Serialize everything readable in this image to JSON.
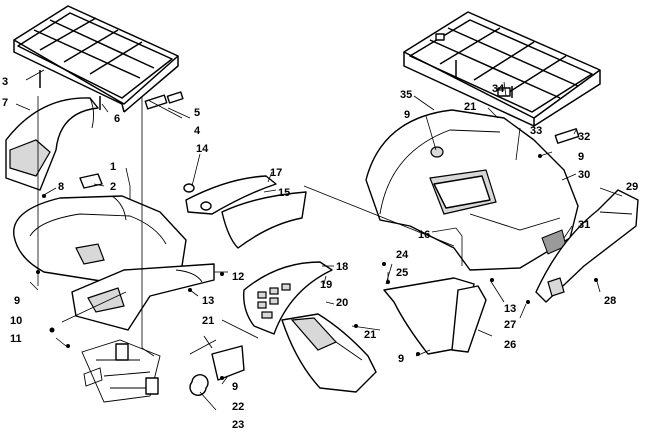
{
  "callouts": [
    {
      "id": "c1",
      "label": "1"
    },
    {
      "id": "c2",
      "label": "2"
    },
    {
      "id": "c3",
      "label": "3"
    },
    {
      "id": "c4",
      "label": "4"
    },
    {
      "id": "c5",
      "label": "5"
    },
    {
      "id": "c6",
      "label": "6"
    },
    {
      "id": "c7",
      "label": "7"
    },
    {
      "id": "c8",
      "label": "8"
    },
    {
      "id": "c9a",
      "label": "9"
    },
    {
      "id": "c9b",
      "label": "9"
    },
    {
      "id": "c9c",
      "label": "9"
    },
    {
      "id": "c9d",
      "label": "9"
    },
    {
      "id": "c9e",
      "label": "9"
    },
    {
      "id": "c10",
      "label": "10"
    },
    {
      "id": "c11",
      "label": "11"
    },
    {
      "id": "c12",
      "label": "12"
    },
    {
      "id": "c13a",
      "label": "13"
    },
    {
      "id": "c13b",
      "label": "13"
    },
    {
      "id": "c14",
      "label": "14"
    },
    {
      "id": "c15",
      "label": "15"
    },
    {
      "id": "c16",
      "label": "16"
    },
    {
      "id": "c17",
      "label": "17"
    },
    {
      "id": "c18",
      "label": "18"
    },
    {
      "id": "c19",
      "label": "19"
    },
    {
      "id": "c20",
      "label": "20"
    },
    {
      "id": "c21a",
      "label": "21"
    },
    {
      "id": "c21b",
      "label": "21"
    },
    {
      "id": "c21c",
      "label": "21"
    },
    {
      "id": "c22",
      "label": "22"
    },
    {
      "id": "c23",
      "label": "23"
    },
    {
      "id": "c24",
      "label": "24"
    },
    {
      "id": "c25",
      "label": "25"
    },
    {
      "id": "c26",
      "label": "26"
    },
    {
      "id": "c27",
      "label": "27"
    },
    {
      "id": "c28",
      "label": "28"
    },
    {
      "id": "c29",
      "label": "29"
    },
    {
      "id": "c30",
      "label": "30"
    },
    {
      "id": "c31",
      "label": "31"
    },
    {
      "id": "c32",
      "label": "32"
    },
    {
      "id": "c33",
      "label": "33"
    },
    {
      "id": "c34",
      "label": "34"
    },
    {
      "id": "c35",
      "label": "35"
    }
  ]
}
